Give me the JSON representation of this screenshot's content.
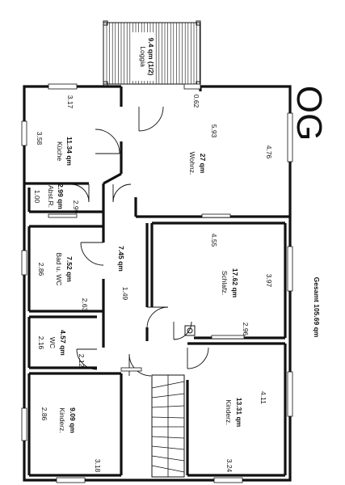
{
  "floor_label": "OG",
  "total_area": "Gesamt 105.69 qm",
  "rooms": {
    "loggia": {
      "name": "Loggia",
      "area": "9.4 qm (1/2)"
    },
    "kueche": {
      "name": "Küche",
      "area": "11.34 qm",
      "dim_a": "3.17",
      "dim_b": "3.58"
    },
    "wohnz": {
      "name": "Wohnz.",
      "area": "27 qm",
      "dim_a": "5.93",
      "dim_b": "4.76",
      "dim_c": "0.62"
    },
    "abstr": {
      "name": "Abst.R.",
      "area": "2.99 qm",
      "dim_a": "1.00",
      "dim_b": "2.99"
    },
    "bad": {
      "name": "Bad u. WC",
      "area": "7.52 qm",
      "dim_a": "2.86",
      "dim_b": "2.63"
    },
    "flur": {
      "area": "7.45 qm",
      "dim_a": "1.49"
    },
    "schlafz": {
      "name": "Schlafz.",
      "area": "17.62 qm",
      "dim_a": "4.55",
      "dim_b": "3.97",
      "dim_c": "2.96"
    },
    "wc": {
      "name": "WC",
      "area": "4.57 qm",
      "dim_a": "2.16",
      "dim_b": "2.12"
    },
    "kinderz1": {
      "name": "Kinderz.",
      "area": "9.09 qm",
      "dim_a": "2.86",
      "dim_b": "3.18"
    },
    "kinderz2": {
      "name": "Kinderz.",
      "area": "13.31 qm",
      "dim_a": "4.11",
      "dim_b": "3.24"
    }
  }
}
